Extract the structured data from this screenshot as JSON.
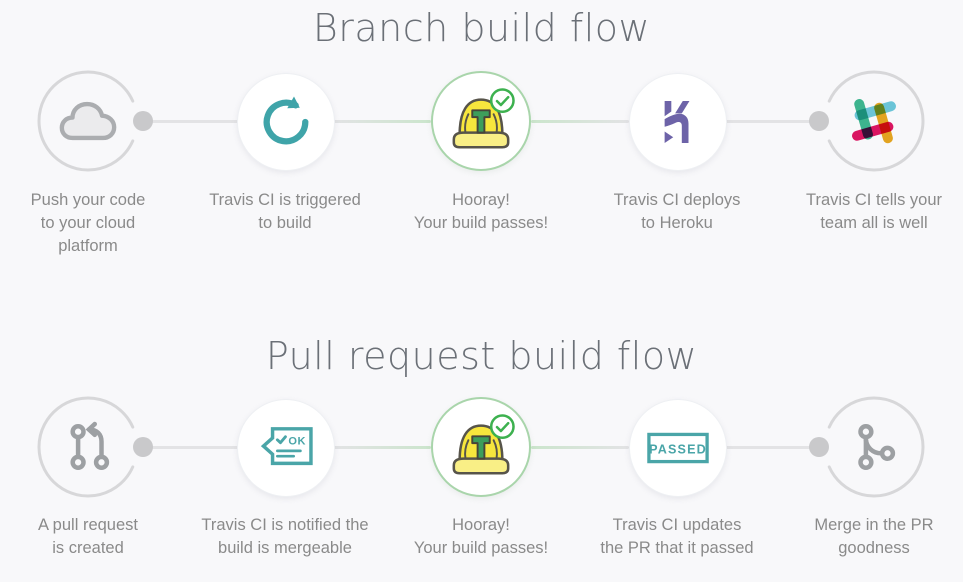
{
  "colors": {
    "background": "#f8f8fa",
    "title_text": "#6b7077",
    "label_text": "#8a8a8a",
    "connector_gray": "#e3e3e5",
    "connector_green": "#cbe5cc",
    "ring_gray": "#d7d7d9",
    "ring_green": "#a9d5ab",
    "travis_teal": "#3fa4a9",
    "badge_teal": "#4aa5a8",
    "heroku_purple": "#6d63a8",
    "success_green": "#3db14f",
    "helmet_yellow": "#f7e63d",
    "helmet_outline": "#57544a",
    "helmet_t_green": "#3d9e5b",
    "icon_gray": "#9da0a3",
    "slack_green": "#3eb991",
    "slack_yellow": "#e9a820",
    "slack_blue": "#6ecadc",
    "slack_pink": "#e01563"
  },
  "flows": [
    {
      "title": "Branch build flow",
      "steps": [
        {
          "icon": "cloud-icon",
          "label": "Push your code\nto your cloud\nplatform"
        },
        {
          "icon": "refresh-icon",
          "label": "Travis CI is triggered\nto build"
        },
        {
          "icon": "travis-helmet-icon",
          "label": "Hooray!\nYour build passes!"
        },
        {
          "icon": "heroku-icon",
          "label": "Travis CI deploys\nto Heroku"
        },
        {
          "icon": "slack-icon",
          "label": "Travis CI tells your\nteam all is well"
        }
      ]
    },
    {
      "title": "Pull request build flow",
      "steps": [
        {
          "icon": "pull-request-icon",
          "label": "A pull request\nis created"
        },
        {
          "icon": "ok-message-icon",
          "label": "Travis CI is notified the\nbuild is mergeable"
        },
        {
          "icon": "travis-helmet-icon",
          "label": "Hooray!\nYour build passes!"
        },
        {
          "icon": "passed-badge-icon",
          "label": "Travis CI updates\nthe PR that it passed"
        },
        {
          "icon": "merge-icon",
          "label": "Merge in the PR\ngoodness"
        }
      ]
    }
  ],
  "icon_labels": {
    "ok": "OK",
    "passed": "PASSED"
  }
}
